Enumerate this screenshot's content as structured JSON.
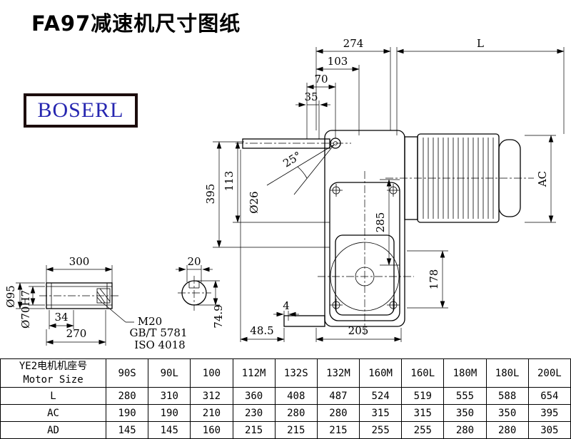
{
  "title": "FA97减速机尺寸图纸",
  "logo": "BOSERL",
  "colors": {
    "logo_text": "#2626b0",
    "logo_border": "#1c0d0d",
    "line": "#000000"
  },
  "drawing": {
    "dims": {
      "d274": "274",
      "L": "L",
      "d103": "103",
      "d70": "70",
      "d35": "35",
      "deg25": "25°",
      "dia26": "Ø26",
      "d395": "395",
      "d113": "113",
      "d285": "285",
      "AC": "AC",
      "d178": "178",
      "d4": "4",
      "d48p5": "48.5",
      "d205": "205",
      "d300": "300",
      "dia95": "Ø95",
      "dia70": "Ø70H7",
      "d34": "34",
      "d270": "270",
      "m20": "M20",
      "gb": "GB/T 5781",
      "iso": "ISO 4018",
      "d20": "20",
      "d74p9": "74.9"
    }
  },
  "table": {
    "header_cn": "YE2电机机座号",
    "header_en": "Motor Size",
    "columns": [
      "90S",
      "90L",
      "100",
      "112M",
      "132S",
      "132M",
      "160M",
      "160L",
      "180M",
      "180L",
      "200L"
    ],
    "rows": [
      {
        "label": "L",
        "values": [
          "280",
          "310",
          "312",
          "360",
          "408",
          "487",
          "524",
          "519",
          "555",
          "588",
          "654"
        ]
      },
      {
        "label": "AC",
        "values": [
          "190",
          "190",
          "210",
          "230",
          "280",
          "280",
          "315",
          "315",
          "350",
          "350",
          "395"
        ]
      },
      {
        "label": "AD",
        "values": [
          "145",
          "145",
          "160",
          "215",
          "215",
          "215",
          "255",
          "255",
          "280",
          "280",
          "305"
        ]
      }
    ]
  }
}
